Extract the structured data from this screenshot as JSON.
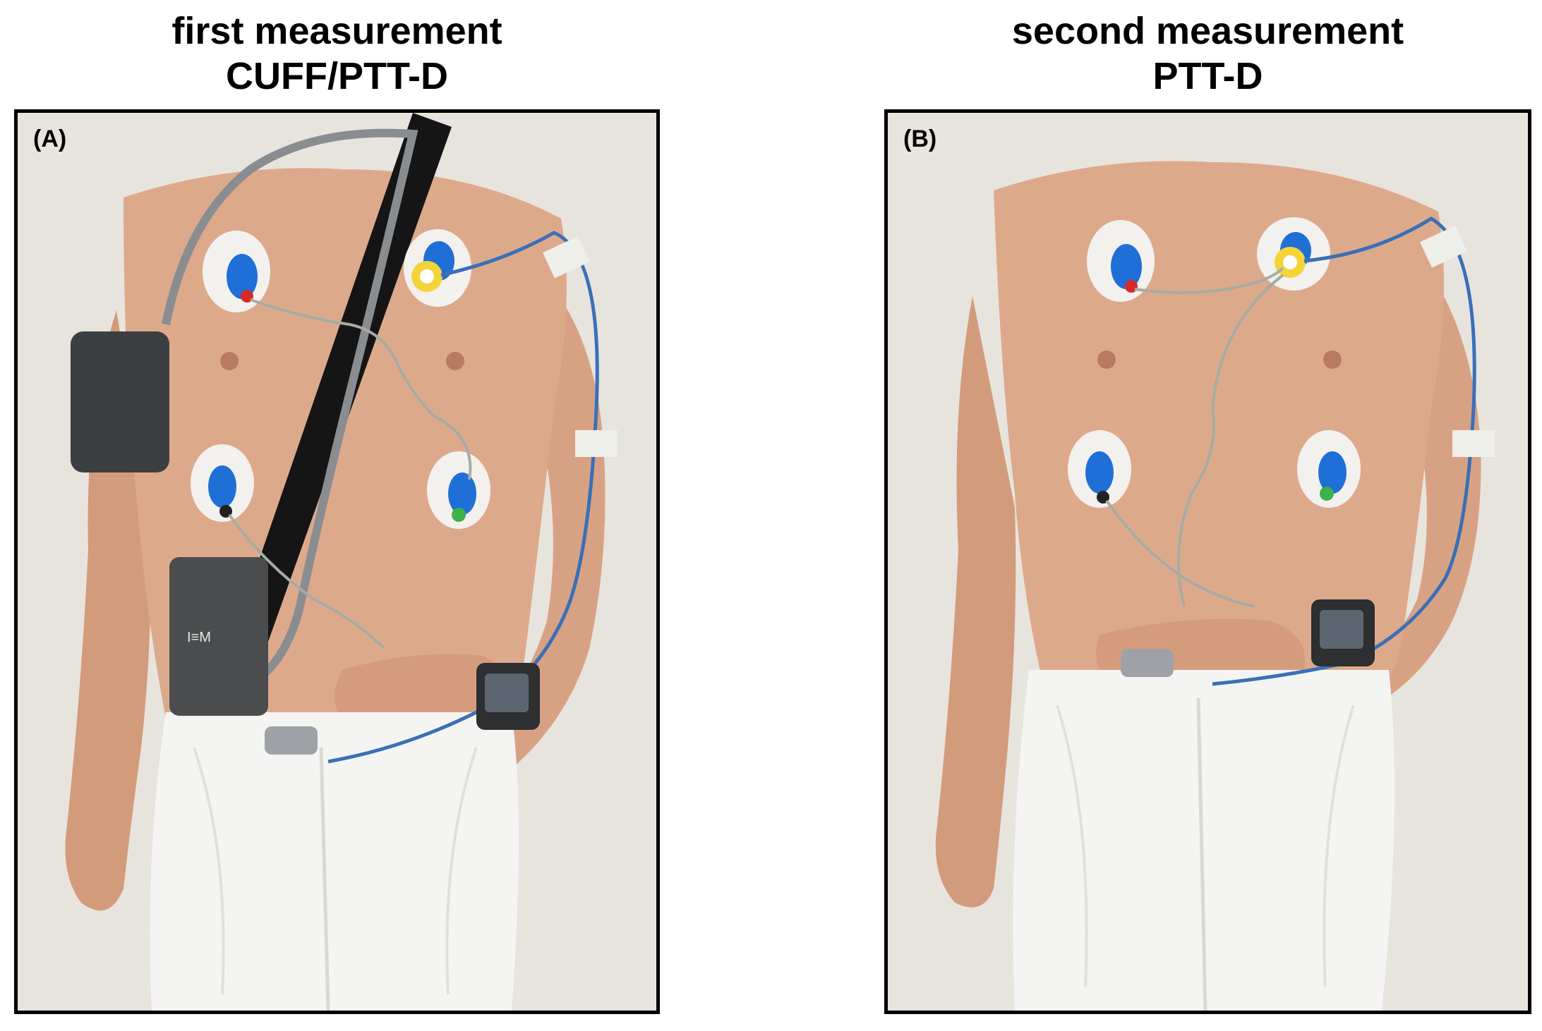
{
  "panels": [
    {
      "label": "(A)",
      "title_line1": "first measurement",
      "title_line2": "CUFF/PTT-D"
    },
    {
      "label": "(B)",
      "title_line1": "second measurement",
      "title_line2": "PTT-D"
    }
  ],
  "colors": {
    "frame": "#000000",
    "background_wall": "#e7e4dd",
    "skin": "#d9a383",
    "pants": "#f4f4f2",
    "electrode_blue": "#1f6fd6",
    "cable_blue": "#3a6fb8",
    "cuff": "#3c3f41"
  },
  "icons": {
    "holter": "ambulatory-bp-monitor-icon",
    "wrist": "wrist-monitor-icon"
  }
}
